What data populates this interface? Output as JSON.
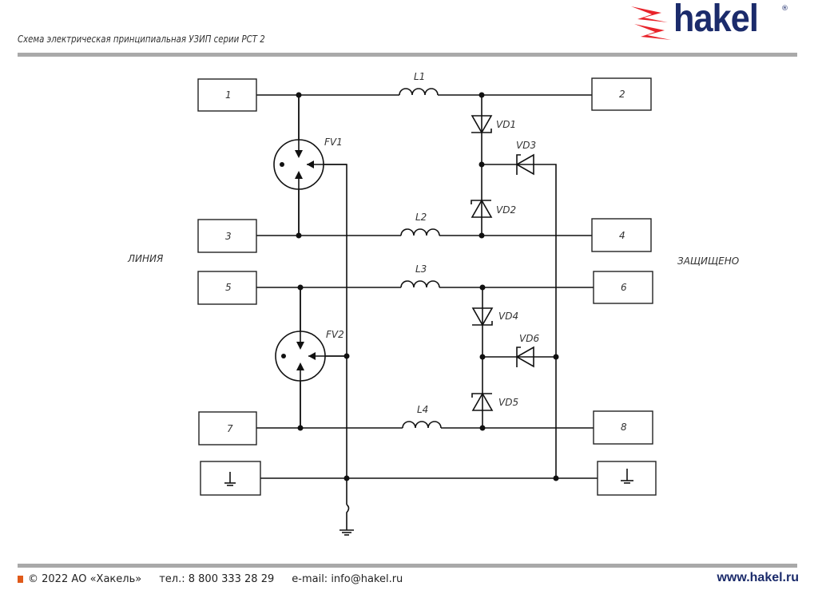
{
  "header": {
    "title": "Схема электрическая принципиальная УЗИП серии РСТ 2",
    "logo": "hakel",
    "logo_mark": "®"
  },
  "diagram": {
    "terminals": [
      "1",
      "2",
      "3",
      "4",
      "5",
      "6",
      "7",
      "8"
    ],
    "side_left": "ЛИНИЯ",
    "side_right": "ЗАЩИЩЕНО",
    "inductors": [
      "L1",
      "L2",
      "L3",
      "L4"
    ],
    "arresters": [
      "FV1",
      "FV2"
    ],
    "diodes": [
      "VD1",
      "VD2",
      "VD3",
      "VD4",
      "VD5",
      "VD6"
    ]
  },
  "footer": {
    "copyright": "© 2022 АО «Хакель»",
    "phone": "тел.: 8 800 333 28 29",
    "email": "e-mail: info@hakel.ru",
    "website": "www.hakel.ru",
    "accent": "#e05a1a"
  }
}
